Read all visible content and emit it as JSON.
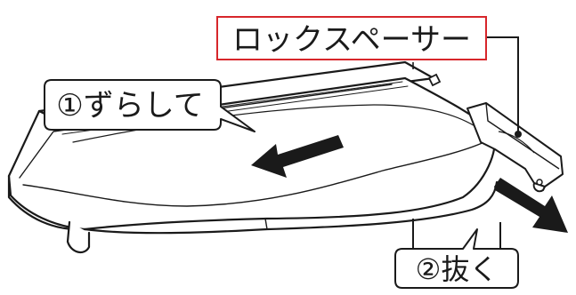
{
  "labels": {
    "part_name": "ロックスペーサー",
    "step1": "①ずらして",
    "step2": "②抜く"
  },
  "colors": {
    "part_label_border": "#d7262b",
    "line": "#1a1a1a",
    "arrow": "#1a1a1a"
  }
}
